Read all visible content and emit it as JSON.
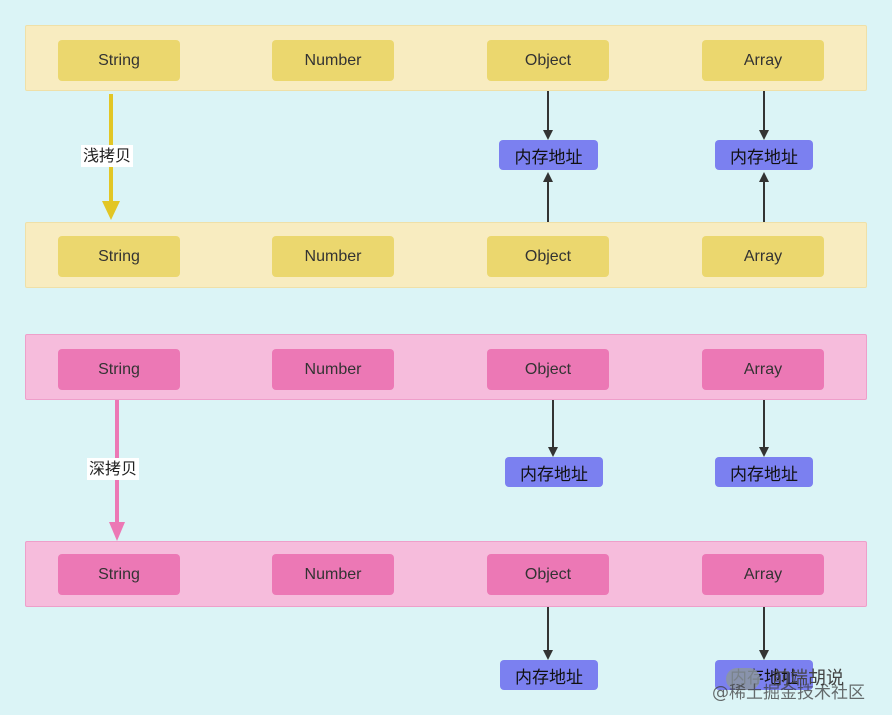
{
  "sections": [
    {
      "theme": "yellow",
      "label": "浅拷贝",
      "label_color": "#e2c625",
      "top_types": [
        "String",
        "Number",
        "Object",
        "Array"
      ],
      "bottom_types": [
        "String",
        "Number",
        "Object",
        "Array"
      ],
      "memory_labels": [
        "内存地址",
        "内存地址"
      ]
    },
    {
      "theme": "pink",
      "label": "深拷贝",
      "label_color": "#ec78b5",
      "top_types": [
        "String",
        "Number",
        "Object",
        "Array"
      ],
      "bottom_types": [
        "String",
        "Number",
        "Object",
        "Array"
      ],
      "memory_labels": [
        "内存地址",
        "内存地址",
        "内存地址",
        "内存地址"
      ]
    }
  ],
  "watermark": {
    "line1": "前端胡说",
    "line2": "@稀土掘金技术社区"
  },
  "colors": {
    "background": "#dbf4f6",
    "yellow_band": "#f8ecc0",
    "yellow_box": "#ebd76e",
    "pink_band": "#f6bcdc",
    "pink_box": "#ec78b5",
    "memory_box": "#7b80f0",
    "arrow": "#333333"
  }
}
